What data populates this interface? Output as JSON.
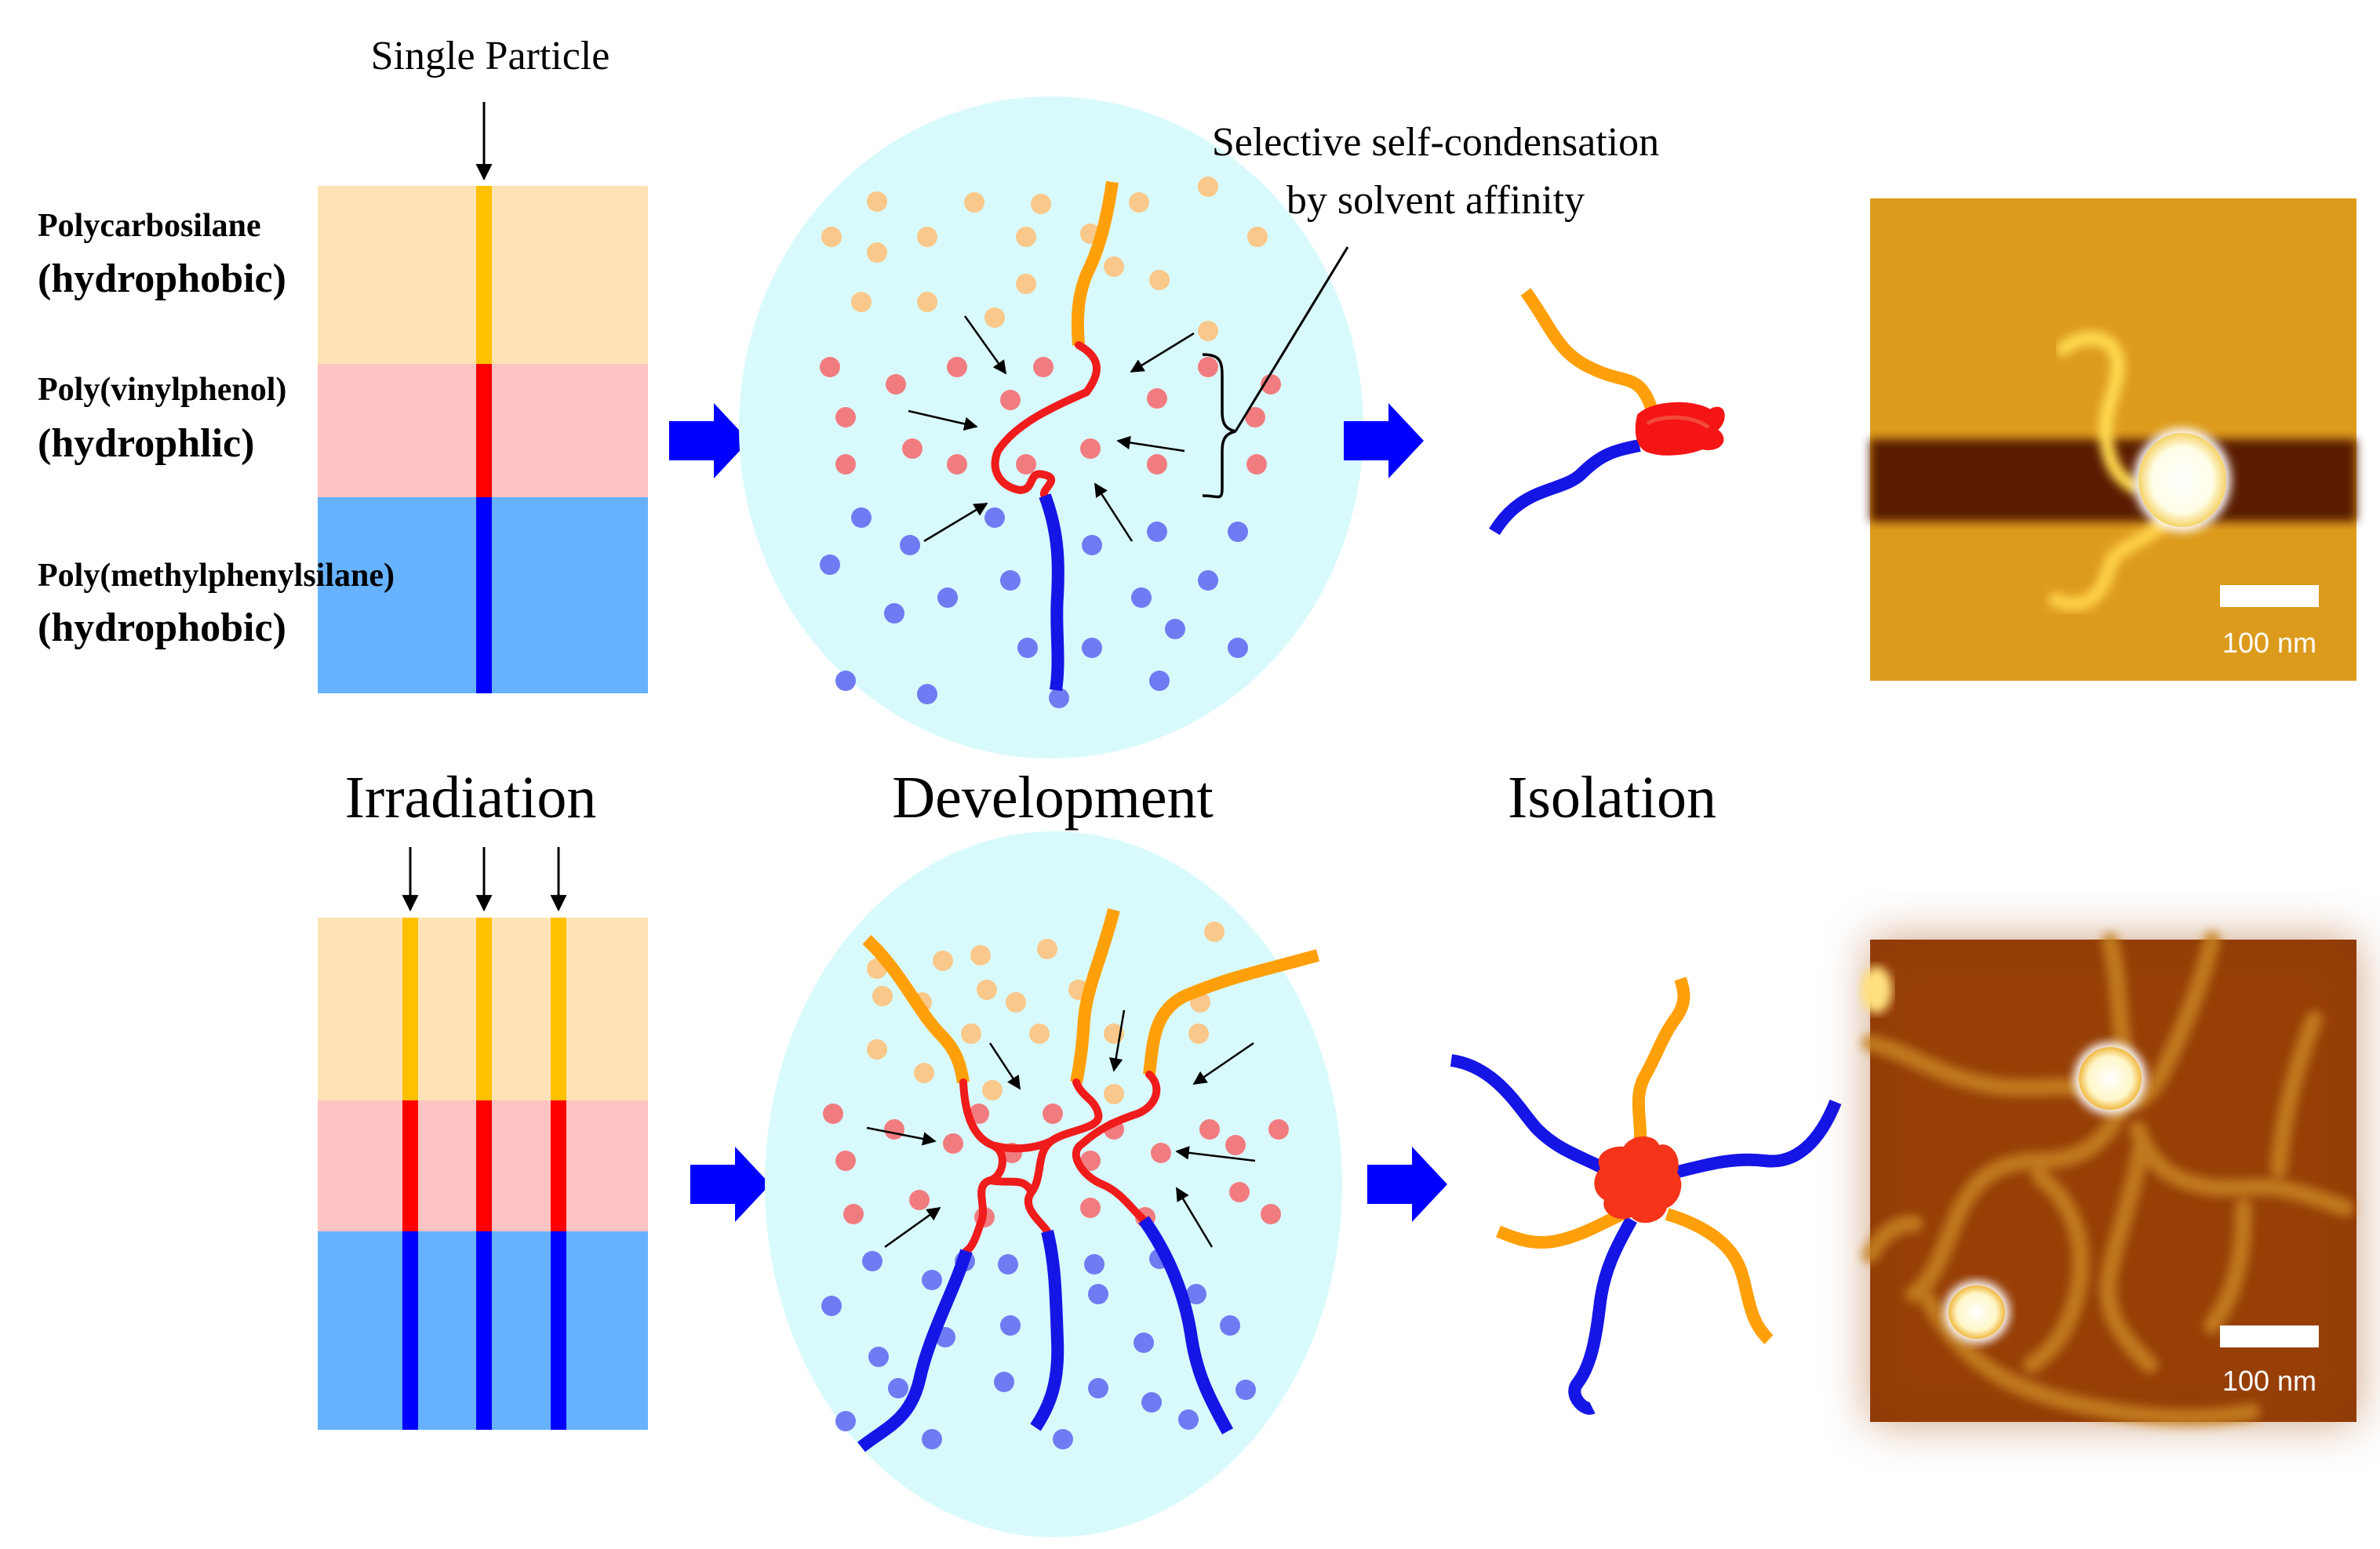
{
  "top": {
    "single_particle_label": "Single Particle",
    "layer_labels": {
      "polycarbosilane": "Polycarbosilane",
      "hydrophobic_1": "(hydrophobic)",
      "polyvinylphenol": "Poly(vinylphenol)",
      "hydrophilic": "(hydrophlic)",
      "polymethylphenylsilane": "Poly(methylphenylsilane)",
      "hydrophobic_2": "(hydrophobic)"
    },
    "annotation_line1": "Selective self-condensation",
    "annotation_line2": "by solvent affinity",
    "scale_bar": "100 nm"
  },
  "steps": {
    "irradiation": "Irradiation",
    "development": "Development",
    "isolation": "Isolation"
  },
  "bottom": {
    "scale_bar": "100 nm"
  },
  "colors": {
    "orange_layer": "#FDE3B5",
    "pink_layer": "#FFC3C3",
    "blue_layer": "#66B2FF",
    "yellow_track": "#FFC000",
    "red_track": "#FF0000",
    "blue_track": "#0000FF",
    "circle_bg": "#D9FAFC",
    "orange_chain": "#FFA00A",
    "red_chain": "#F01B1B",
    "blue_chain": "#1515E5",
    "arrow_blue": "#0000FF"
  }
}
